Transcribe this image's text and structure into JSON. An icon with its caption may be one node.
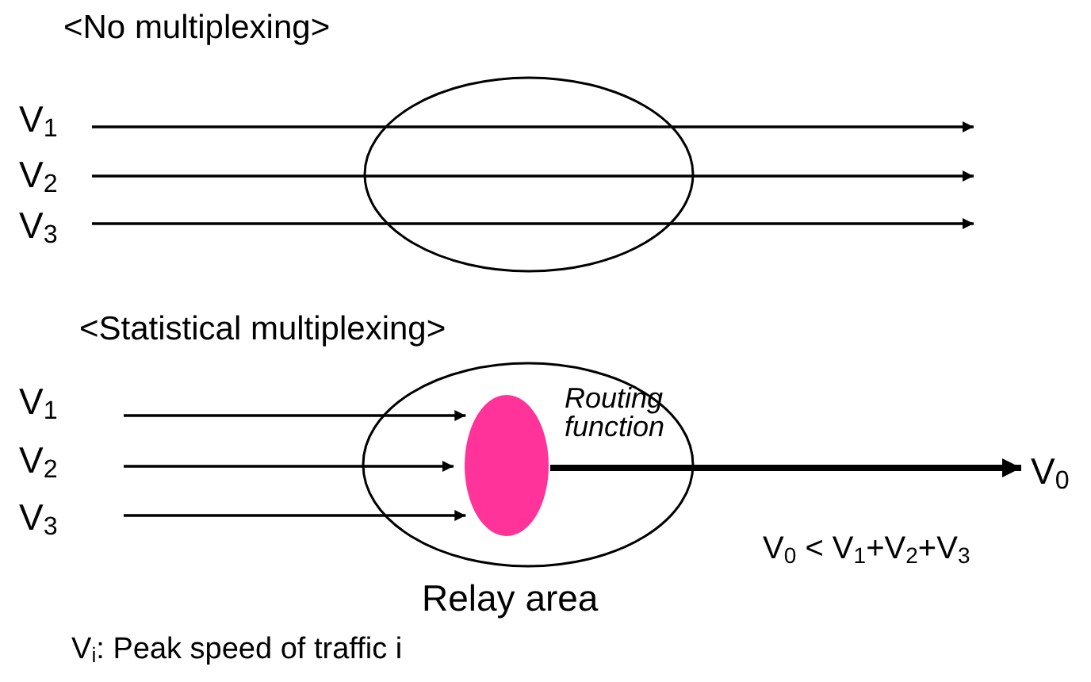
{
  "diagram": {
    "nodes": [
      {
        "text": [
          "V$_{1}$"
        ]
      },
      {
        "text": [
          "V$_{2}$"
        ]
      },
      {
        "text": [
          "V$_{3}$"
        ]
      },
      {
        "text": [],
        "shape": "circle"
      },
      {
        "text": [
          "Relay area"
        ]
      },
      {
        "text": [],
        "shape": "circle",
        "in": 4,
        "beside": [
          "Routing function"
        ]
      },
      {
        "text": [
          "V$_{1}$"
        ]
      },
      {
        "text": [
          "V$_{2}$"
        ]
      },
      {
        "text": [
          "V$_{3}$"
        ]
      },
      {
        "text": [
          "V$_{0}$"
        ]
      }
    ],
    "edges": [
      {
        "from": 0,
        "to": null,
        "arrow": "to"
      },
      {
        "from": 1,
        "to": null,
        "arrow": "to"
      },
      {
        "from": 2,
        "to": null,
        "arrow": "to"
      },
      {
        "from": 6,
        "to": 5,
        "arrow": "to"
      },
      {
        "from": 7,
        "to": 5,
        "arrow": "to"
      },
      {
        "from": 8,
        "to": 5,
        "arrow": "to"
      },
      {
        "from": 5,
        "to": 9,
        "arrow": "to",
        "style": "thick"
      }
    ],
    "labels": [
      "<No multiplexing>",
      "<Statistical multiplexing>",
      "V$_{0}$ < V$_{1}$+V$_{2}$+V$_{3}$",
      "V$_{i}$: Peak speed of traffic i"
    ]
  }
}
